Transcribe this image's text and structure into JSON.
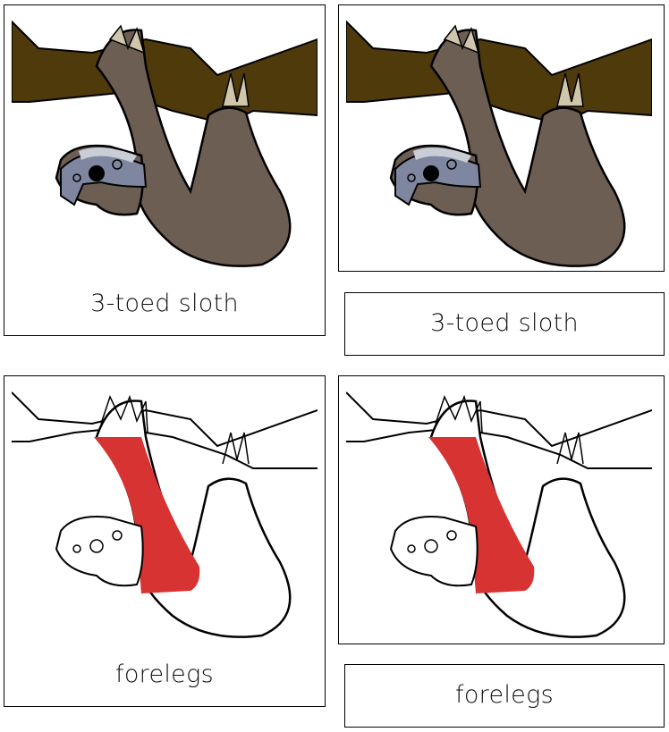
{
  "cards": [
    {
      "label": "3-toed sloth",
      "style": "color",
      "highlight": "none"
    },
    {
      "label": "forelegs",
      "style": "outline",
      "highlight": "forelegs"
    }
  ],
  "colors": {
    "branch": "#4f3a0c",
    "fur": "#6d5e54",
    "face_mask": "#7f86a0",
    "claws": "#cfc6ac",
    "highlight": "#d83333"
  }
}
